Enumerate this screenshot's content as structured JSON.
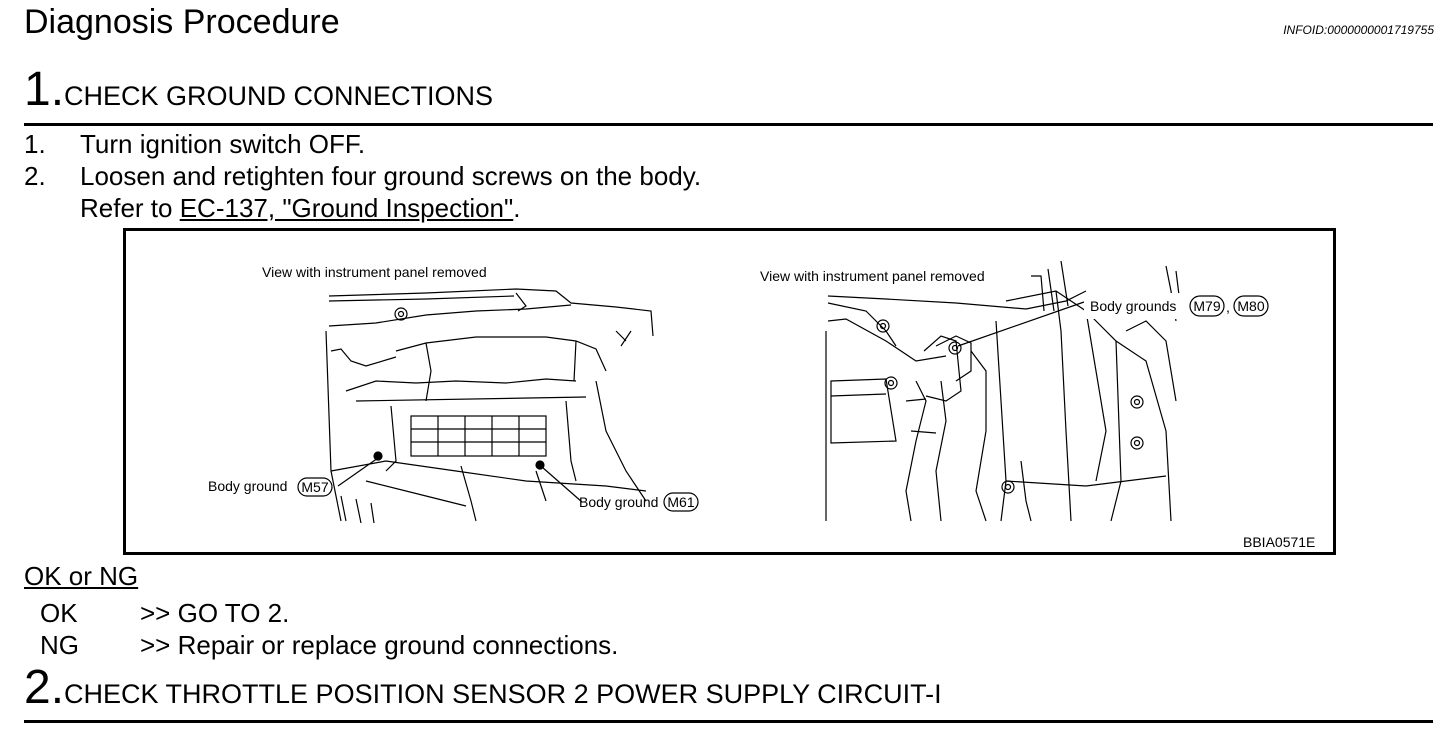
{
  "header": {
    "title": "Diagnosis Procedure",
    "info_id": "INFOID:0000000001719755"
  },
  "step1": {
    "number": "1.",
    "heading": "CHECK GROUND CONNECTIONS",
    "instructions": [
      {
        "num": "1.",
        "text": "Turn ignition switch OFF."
      },
      {
        "num": "2.",
        "text": "Loosen and retighten four ground screws on the body."
      }
    ],
    "refer_prefix": "Refer to ",
    "refer_link": "EC-137, \"Ground Inspection\"",
    "refer_suffix": "."
  },
  "figure": {
    "left_caption": "View with instrument panel removed",
    "right_caption": "View with instrument panel removed",
    "left_label_1": "Body ground",
    "left_connector_1": "M57",
    "left_label_2": "Body ground",
    "left_connector_2": "M61",
    "right_label": "Body grounds",
    "right_connector_1": "M79",
    "right_separator": ",",
    "right_connector_2": "M80",
    "figure_id": "BBIA0571E"
  },
  "results": {
    "title": "OK or NG",
    "items": [
      {
        "key": "OK",
        "text": ">> GO TO 2."
      },
      {
        "key": "NG",
        "text": ">> Repair or replace ground connections."
      }
    ]
  },
  "step2": {
    "number": "2.",
    "heading": "CHECK THROTTLE POSITION SENSOR 2 POWER SUPPLY CIRCUIT-I"
  }
}
